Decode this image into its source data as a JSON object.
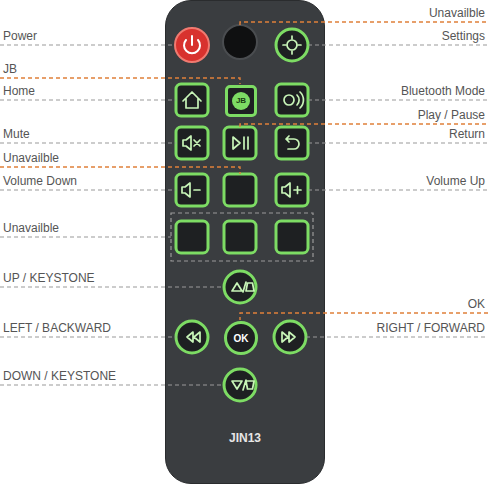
{
  "diagram": {
    "nodes": [
      {
        "text": [
          "JIN13"
        ]
      },
      {
        "text": [
          "JB"
        ],
        "in": 0
      },
      {
        "text": [
          "OK"
        ],
        "in": 0
      }
    ],
    "labels": [
      "Unavailble",
      "Power",
      "Settings",
      "JB",
      "Home",
      "Bluetooth Mode",
      "Play / Pause",
      "Mute",
      "Return",
      "Unavailble",
      "Volume Down",
      "Volume Up",
      "Unavailble",
      "UP / KEYSTONE",
      "OK",
      "LEFT / BACKWARD",
      "RIGHT / FORWARD",
      "DOWN / KEYSTONE"
    ]
  }
}
